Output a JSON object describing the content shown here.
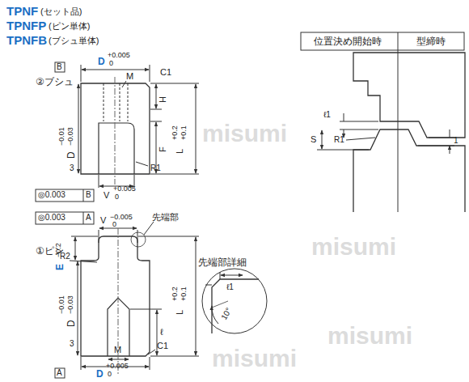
{
  "diagram": {
    "labels": [
      "TPNF",
      "(セット品)",
      "TPNFP",
      "(ピン単体)",
      "TPNFB",
      "(ブシュ単体)",
      "B",
      "D",
      "+0.005",
      "0",
      "M",
      "C1",
      "②ブシュ",
      "H",
      "−0.01",
      "−0.03",
      "D",
      "+0.2",
      "+0.1",
      "L",
      "F",
      "R1",
      "3",
      "V",
      "+0.005",
      "0",
      "◎0.003",
      "B",
      "◎0.003",
      "A",
      "V",
      "−0.005",
      "0",
      "先端部",
      "①ピン",
      "R2",
      "E",
      "−0.2",
      "−0.01",
      "−0.03",
      "D",
      "+0.2",
      "+0.1",
      "L",
      "ℓ",
      "3",
      "M",
      "C1",
      "A",
      "D",
      "+0.005",
      "0",
      "先端部詳細",
      "ℓ1",
      "10°",
      "位置決め開始時",
      "型締時",
      "ℓ1",
      "S",
      "R1",
      "1",
      "misumi",
      "misumi",
      "misumi",
      "misumi"
    ]
  }
}
